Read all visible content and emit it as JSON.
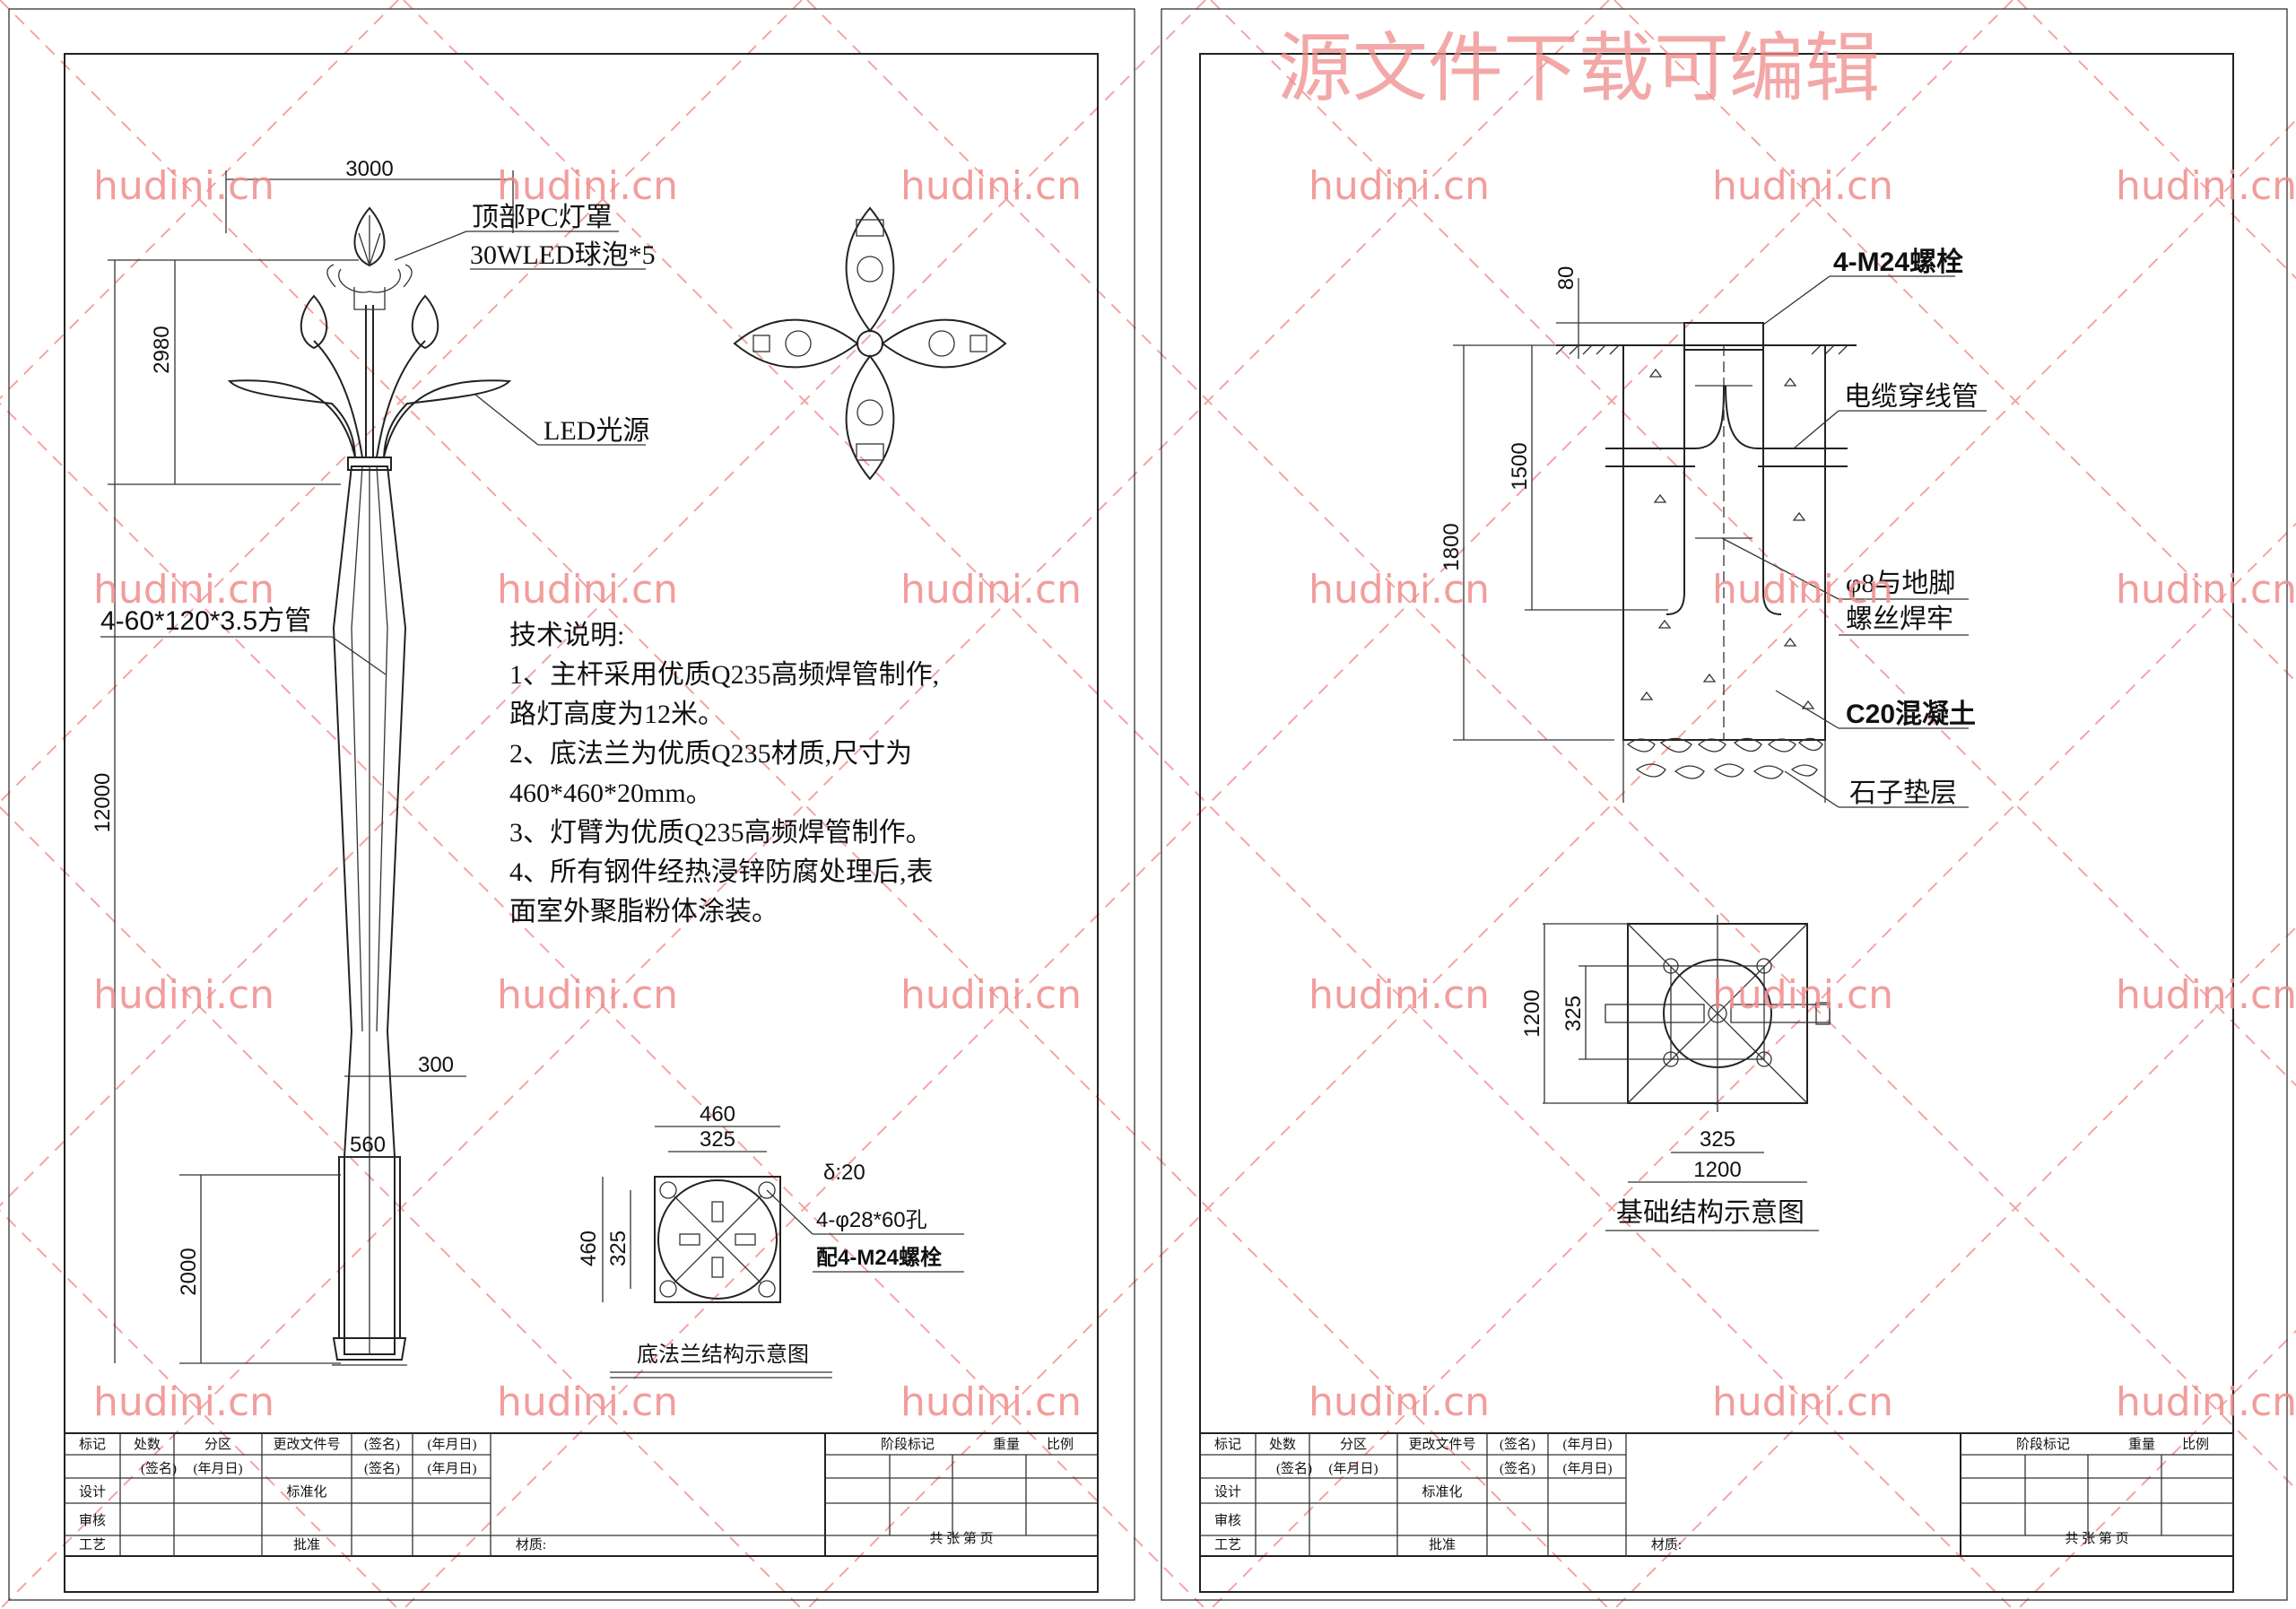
{
  "watermarks": {
    "banner": "源文件下载可编辑",
    "site": "hudini.cn"
  },
  "left_sheet": {
    "pole_dims": {
      "top_width": "3000",
      "head_height": "2980",
      "total_height": "12000",
      "mid_width": "300",
      "base_width": "560",
      "base_height": "2000"
    },
    "callouts": {
      "lamp_cover": "顶部PC灯罩",
      "bulbs": "30WLED球泡*5",
      "led_source": "LED光源",
      "square_tube": "4-60*120*3.5方管"
    },
    "tech_notes": [
      "技术说明:",
      "1、主杆采用优质Q235高频焊管制作,",
      "路灯高度为12米。",
      "2、底法兰为优质Q235材质,尺寸为",
      "460*460*20mm。",
      "3、灯臂为优质Q235高频焊管制作。",
      "4、所有钢件经热浸锌防腐处理后,表",
      "面室外聚脂粉体涂装。"
    ],
    "flange": {
      "outer_w": "460",
      "inner_w": "325",
      "outer_h": "460",
      "inner_h": "325",
      "thickness": "δ:20",
      "holes": "4-φ28*60孔",
      "bolts": "配4-M24螺栓",
      "caption": "底法兰结构示意图"
    }
  },
  "right_sheet": {
    "section_dims": {
      "top": "80",
      "depth": "1800",
      "conduit": "1500"
    },
    "labels": {
      "bolts": "4-M24螺栓",
      "cable_duct": "电缆穿线管",
      "weld_1": "φ8与地脚",
      "weld_2": "螺丝焊牢",
      "concrete": "C20混凝土",
      "gravel": "石子垫层"
    },
    "plan_dims": {
      "height": "1200",
      "inner_h": "325",
      "inner_w": "325",
      "width": "1200"
    },
    "caption": "基础结构示意图"
  },
  "title_block": {
    "row1": [
      "标记",
      "处数",
      "分区",
      "更改文件号",
      "(签名)",
      "(年月日)"
    ],
    "row2": [
      "设计",
      "(签名)",
      "(年月日)",
      "标准化",
      "(签名)",
      "(年月日)"
    ],
    "row3": [
      "审核"
    ],
    "row4": [
      "工艺",
      "批准"
    ],
    "material": "材质:",
    "stage": "阶段标记",
    "weight": "重量",
    "scale": "比例",
    "sheets": "共    张    第    页"
  }
}
